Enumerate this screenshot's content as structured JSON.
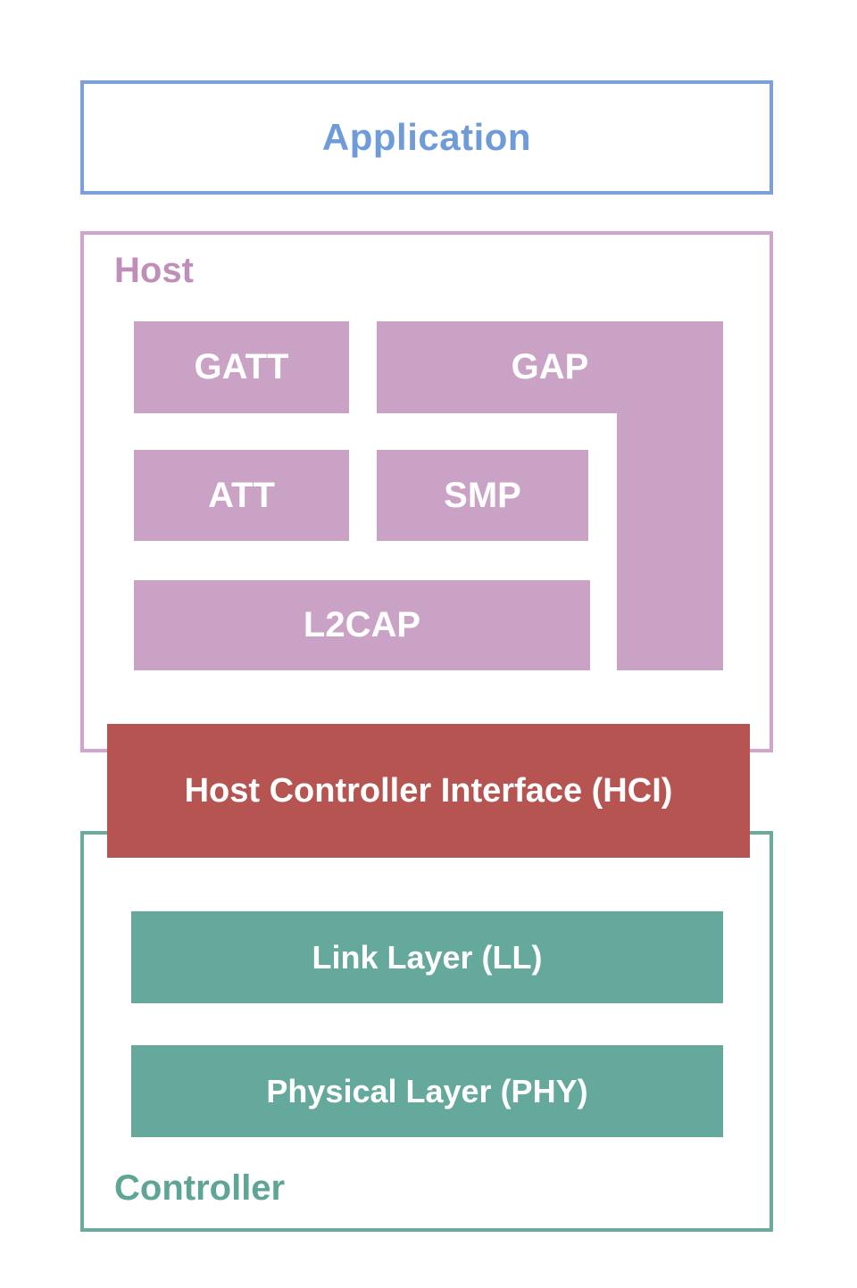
{
  "diagram": {
    "title_hint": "Bluetooth Low Energy protocol stack",
    "application": {
      "label": "Application"
    },
    "host": {
      "label": "Host",
      "blocks": {
        "gatt": "GATT",
        "gap": "GAP",
        "att": "ATT",
        "smp": "SMP",
        "l2cap": "L2CAP"
      }
    },
    "hci": {
      "label": "Host Controller Interface (HCI)"
    },
    "controller": {
      "label": "Controller",
      "blocks": {
        "link_layer": "Link Layer (LL)",
        "phy": "Physical Layer (PHY)"
      }
    },
    "colors": {
      "application_border": "#7CA0DA",
      "application_text": "#6F9BD9",
      "host_border": "#D0A4CC",
      "host_text": "#C08FB9",
      "pink_block_fill": "#C9A2C6",
      "hci_fill": "#B55450",
      "controller_border": "#6BAB9E",
      "controller_text": "#5EA595",
      "teal_block_fill": "#64A99B",
      "block_text": "#FFFFFF",
      "background": "#FFFFFF"
    }
  }
}
